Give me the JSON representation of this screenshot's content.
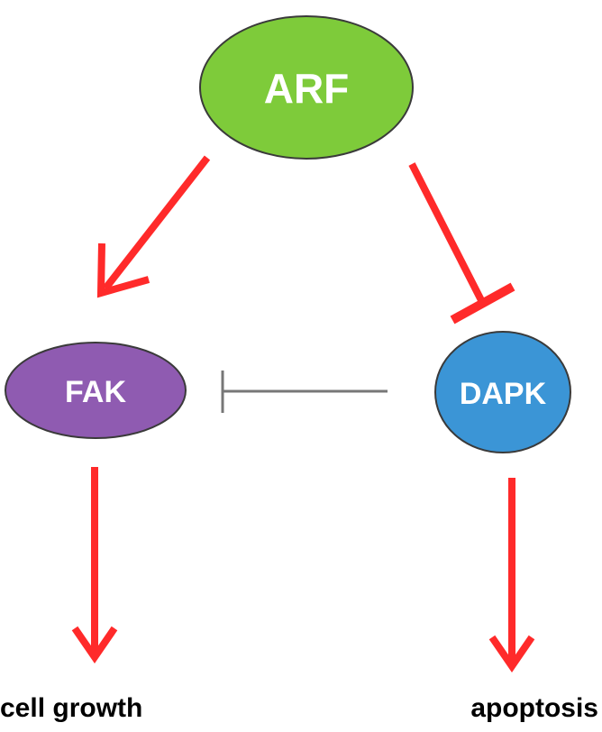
{
  "nodes": {
    "arf": {
      "label": "ARF",
      "color": "#7ecb3a"
    },
    "fak": {
      "label": "FAK",
      "color": "#8f5bb1"
    },
    "dapk": {
      "label": "DAPK",
      "color": "#3b95d6"
    }
  },
  "outcomes": {
    "fak": "cell growth",
    "dapk": "apoptosis"
  },
  "edges": [
    {
      "from": "ARF",
      "to": "FAK",
      "type": "activation",
      "color": "#ff2a2a"
    },
    {
      "from": "ARF",
      "to": "DAPK",
      "type": "inhibition",
      "color": "#ff2a2a"
    },
    {
      "from": "DAPK",
      "to": "FAK",
      "type": "inhibition",
      "color": "#777777"
    },
    {
      "from": "FAK",
      "to": "cell growth",
      "type": "activation",
      "color": "#ff2a2a"
    },
    {
      "from": "DAPK",
      "to": "apoptosis",
      "type": "activation",
      "color": "#ff2a2a"
    }
  ]
}
